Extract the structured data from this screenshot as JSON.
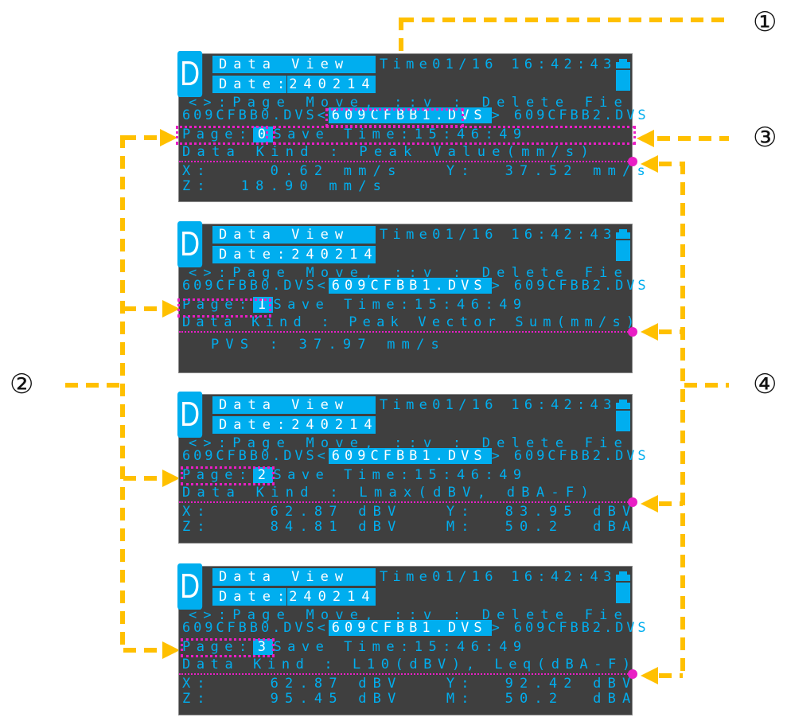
{
  "annotations": {
    "markers": [
      "①",
      "②",
      "③",
      "④"
    ]
  },
  "colors": {
    "screen_bg": "#3f3f3f",
    "accent": "#00aeef",
    "highlight_dotted": "#e91ec5",
    "callout": "#ffc000"
  },
  "panels": [
    {
      "logo": "D",
      "title": "Data View",
      "date_label": "Date:",
      "date_value": "240214",
      "time": "Time01/16 16:42:43",
      "help": "<>:Page Move, ::v : Delete Fie",
      "file_prev": "609CFBB0.DVS<",
      "file_current": "609CFBB1.DVS",
      "file_next": "> 609CFBB2.DVS",
      "page_label": "Page:",
      "page_value": "0",
      "save_time": "Save Time:15:46:49",
      "data_kind": "Data Kind : Peak Value(mm/s)",
      "row1": "X:    0.62 mm/s   Y:  37.52 mm/s",
      "row2": "Z:  18.90 mm/s"
    },
    {
      "logo": "D",
      "title": "Data View",
      "date_label": "Date:",
      "date_value": "240214",
      "time": "Time01/16 16:42:43",
      "help": "<>:Page Move, ::v : Delete Fie",
      "file_prev": "609CFBB0.DVS<",
      "file_current": "609CFBB1.DVS",
      "file_next": "> 609CFBB2.DVS",
      "page_label": "Page:",
      "page_value": "1",
      "save_time": "Save Time:15:46:49",
      "data_kind": "Data Kind : Peak Vector Sum(mm/s)",
      "pvs": "PVS : 37.97 mm/s"
    },
    {
      "logo": "D",
      "title": "Data View",
      "date_label": "Date:",
      "date_value": "240214",
      "time": "Time01/16 16:42:43",
      "help": "<>:Page Move, ::v : Delete Fie",
      "file_prev": "609CFBB0.DVS<",
      "file_current": "609CFBB1.DVS",
      "file_next": "> 609CFBB2.DVS",
      "page_label": "Page:",
      "page_value": "2",
      "save_time": "Save Time:15:46:49",
      "data_kind": "Data Kind : Lmax(dBV, dBA-F)",
      "row1": "X:    62.87 dBV   Y:  83.95 dBV",
      "row2": "Z:    84.81 dBV   M:  50.2  dBA"
    },
    {
      "logo": "D",
      "title": "Data View",
      "date_label": "Date:",
      "date_value": "240214",
      "time": "Time01/16 16:42:43",
      "help": "<>:Page Move, ::v : Delete Fie",
      "file_prev": "609CFBB0.DVS<",
      "file_current": "609CFBB1.DVS",
      "file_next": "> 609CFBB2.DVS",
      "page_label": "Page:",
      "page_value": "3",
      "save_time": "Save Time:15:46:49",
      "data_kind": "Data Kind : L10(dBV), Leq(dBA-F)",
      "row1": "X:    62.87 dBV   Y:  92.42 dBV",
      "row2": "Z:    95.45 dBV   M:  50.2  dBA"
    }
  ]
}
